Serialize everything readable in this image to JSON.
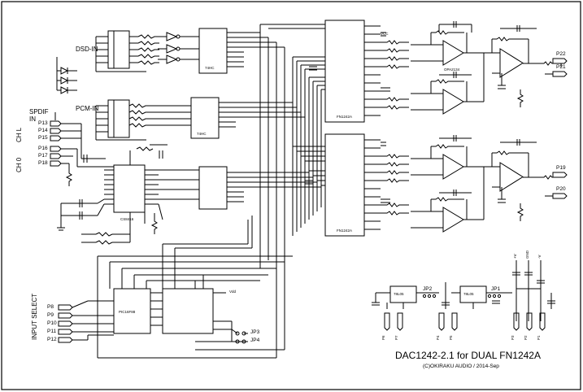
{
  "title": "DAC1242-2.1 for DUAL FN1242A",
  "copyright": "(C)OKIRAKU AUDIO / 2014-Sep",
  "blocks": {
    "dsd_in": "DSD-IN",
    "pcm_in": "PCM-IN",
    "spdif_in": "SPDIF\nIN",
    "input_select": "INPUT SELECT",
    "ch_l": "CH L",
    "ch_0": "CH 0"
  },
  "ports_left": [
    "P13",
    "P14",
    "P15",
    "P16",
    "P17",
    "P18"
  ],
  "ports_select": [
    "P8",
    "P9",
    "P10",
    "P11",
    "P12"
  ],
  "ports_right": [
    "P22",
    "P21",
    "P19",
    "P20"
  ],
  "ports_bottom": [
    "P6",
    "P7",
    "P4",
    "P5",
    "P3",
    "P2",
    "P1"
  ],
  "jumpers": [
    "JP2",
    "JP1",
    "JP3",
    "JP4"
  ],
  "chips": {
    "dac_top": "FN1242A",
    "dac_bottom": "FN1242A",
    "receiver": "CS8416",
    "selector": "PIC16F88",
    "buffer_a": "74HC",
    "buffer_b": "74HC",
    "opamp": "OPA2134",
    "reg_a": "78L05",
    "reg_b": "78L05"
  },
  "supply": {
    "vcc": "VCC",
    "vdd": "Vdd",
    "gnd": "GND",
    "vplus": "+V",
    "vminus": "-V"
  },
  "colors": {
    "ink": "#000000",
    "paper": "#ffffff"
  }
}
